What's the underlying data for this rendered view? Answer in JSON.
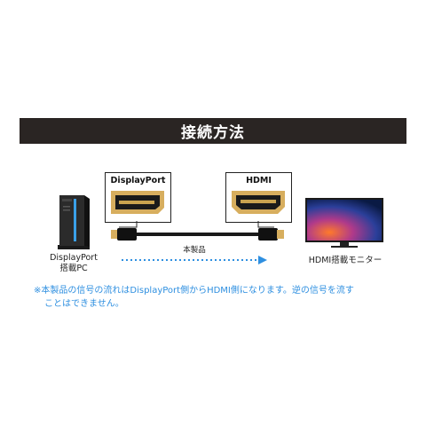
{
  "title": "接続方法",
  "source_device": {
    "label_line1": "DisplayPort",
    "label_line2": "搭載PC"
  },
  "target_device": {
    "label": "HDMI搭載モニター"
  },
  "connectors": {
    "left_label": "DisplayPort",
    "right_label": "HDMI"
  },
  "cable": {
    "label": "本製品"
  },
  "note": {
    "line1": "※本製品の信号の流れはDisplayPort側からHDMI側になります。逆の信号を流す",
    "line2": "ことはできません。"
  },
  "colors": {
    "title_bar": "#2a2523",
    "note_text": "#2e8fe0",
    "arrow": "#2e8fe0",
    "connector_gold": "#d7ae5e"
  }
}
